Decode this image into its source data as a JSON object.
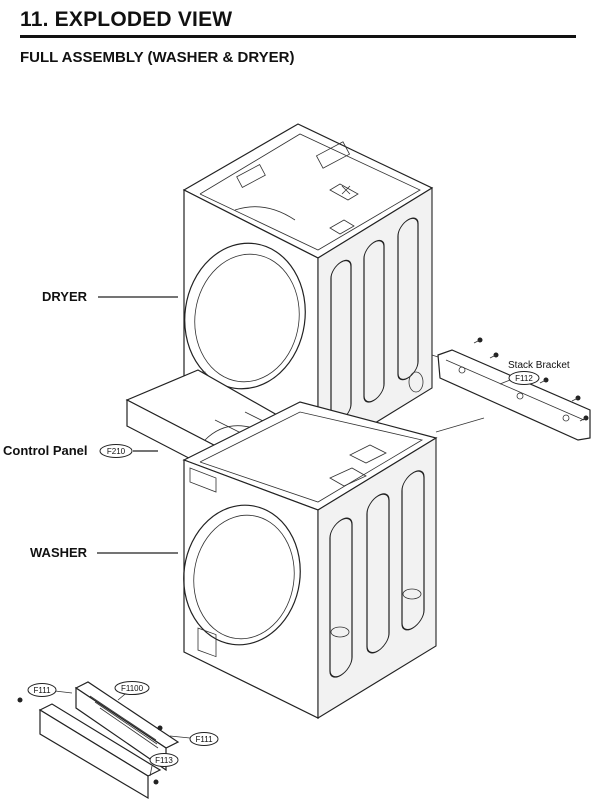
{
  "header": {
    "section_title": "11. EXPLODED VIEW",
    "subtitle": "FULL ASSEMBLY (WASHER & DRYER)"
  },
  "labels": {
    "dryer": "DRYER",
    "control_panel": "Control Panel",
    "washer": "WASHER",
    "stack_bracket": "Stack Bracket"
  },
  "part_codes": {
    "control_panel": "F210",
    "stack_bracket": "F112",
    "screw_left": "F111",
    "pcb": "F1100",
    "screw_right": "F111",
    "kick_plate": "F113"
  }
}
